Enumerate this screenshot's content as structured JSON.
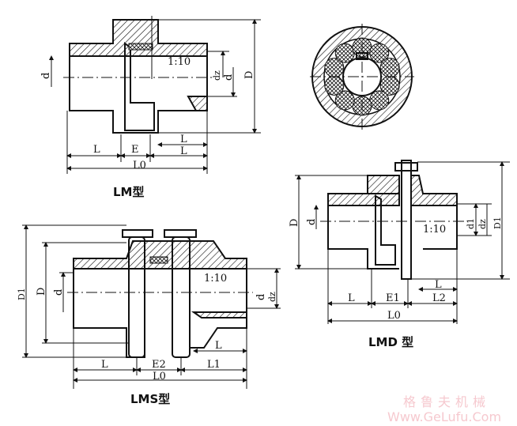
{
  "lm": {
    "title": "LM型",
    "taper": "1:10",
    "labels": {
      "d_left": "d",
      "d_right": "d",
      "dz": "dz",
      "D": "D",
      "L_left": "L",
      "E": "E",
      "L_top": "L",
      "L_right": "L",
      "L0": "L0"
    }
  },
  "lmd": {
    "title": "LMD 型",
    "taper": "1:10",
    "labels": {
      "D": "D",
      "d": "d",
      "d1": "d1",
      "dz": "dz",
      "D1": "D1",
      "L_left": "L",
      "E1": "E1",
      "L2": "L2",
      "L_top": "L",
      "L0": "L0"
    }
  },
  "lms": {
    "title": "LMS型",
    "taper": "1:10",
    "labels": {
      "D1": "D1",
      "D": "D",
      "d_left": "d",
      "d_right": "d",
      "dz": "dz",
      "L_left": "L",
      "E2": "E2",
      "L1": "L1",
      "L_top": "L",
      "L0": "L0"
    }
  },
  "watermark": {
    "cn": "格鲁夫机械",
    "url": "Www.GeLufu.Com"
  },
  "colors": {
    "line": "#111111",
    "watermark": "#f6c9cf"
  }
}
